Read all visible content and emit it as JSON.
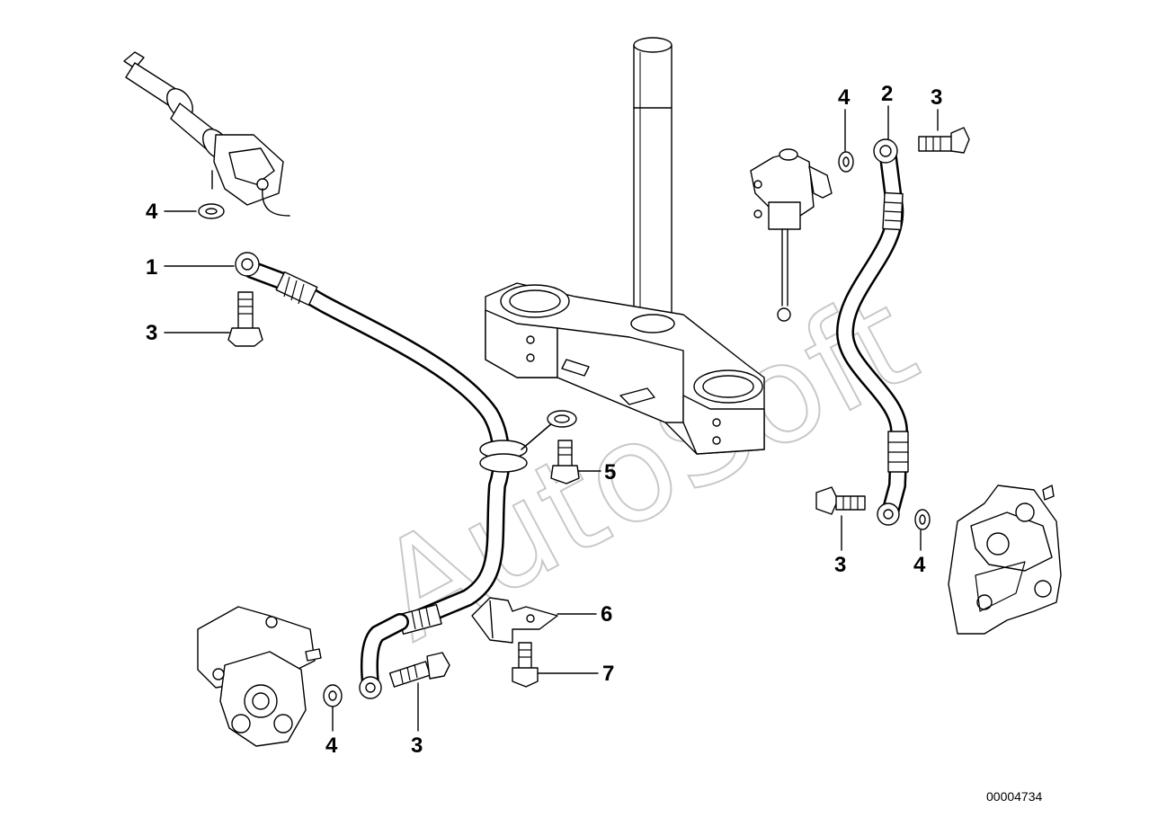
{
  "watermark": "AutoSoft",
  "diagram_code": "00004734",
  "labels": {
    "l1": "1",
    "l2": "2",
    "l3a": "3",
    "l3b": "3",
    "l3c": "3",
    "l3d": "3",
    "l4a": "4",
    "l4b": "4",
    "l4c": "4",
    "l4d": "4",
    "l5": "5",
    "l6": "6",
    "l7": "7"
  },
  "colors": {
    "ink": "#000000",
    "paper": "#ffffff",
    "watermark": "#c8c8c8"
  }
}
